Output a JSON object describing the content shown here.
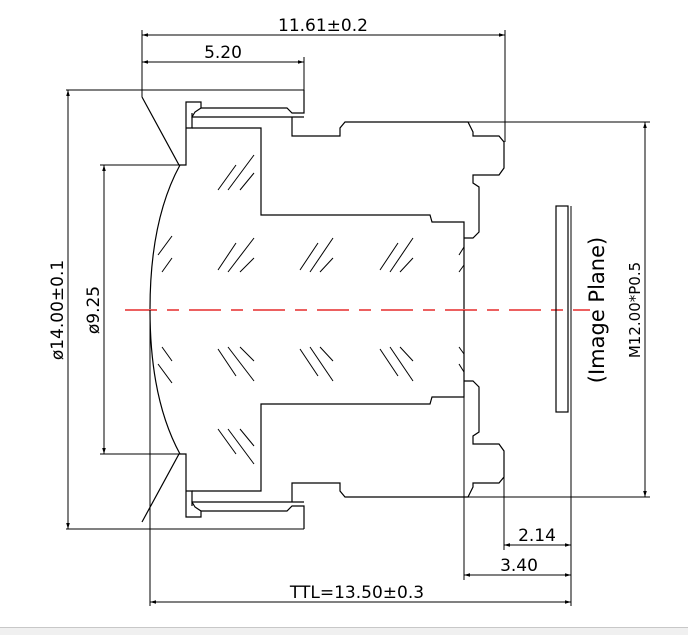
{
  "drawing": {
    "dimensions": {
      "overall_length": "11.61±0.2",
      "front_length": "5.20",
      "outer_diameter": "ø14.00±0.1",
      "clear_aperture": "ø9.25",
      "thread": "M12.00*P0.5",
      "flange_to_image": "2.14",
      "back_focal": "3.40",
      "ttl": "TTL=13.50±0.3"
    },
    "image_plane_label": "(Image Plane)",
    "colors": {
      "line": "#000000",
      "optical_axis": "#e00000"
    }
  }
}
